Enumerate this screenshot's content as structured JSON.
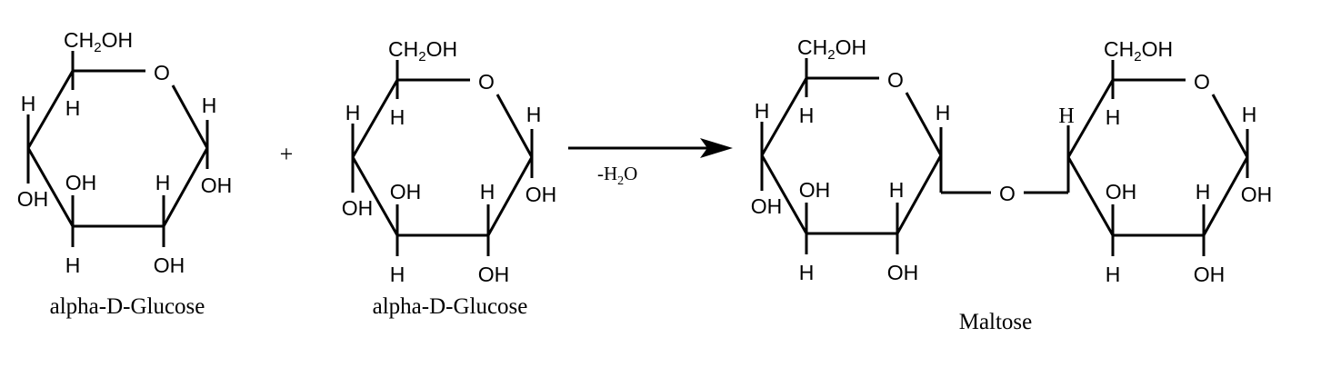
{
  "atoms": {
    "ch": "CH",
    "sub2": "2",
    "oh": "OH",
    "h": "H",
    "o": "O"
  },
  "reaction": {
    "plus": "+",
    "byproduct_prefix": "-H",
    "byproduct_sub": "2",
    "byproduct_suffix": "O"
  },
  "molecules": [
    {
      "name": "alpha-D-Glucose"
    },
    {
      "name": "alpha-D-Glucose"
    },
    {
      "name": "Maltose"
    }
  ]
}
